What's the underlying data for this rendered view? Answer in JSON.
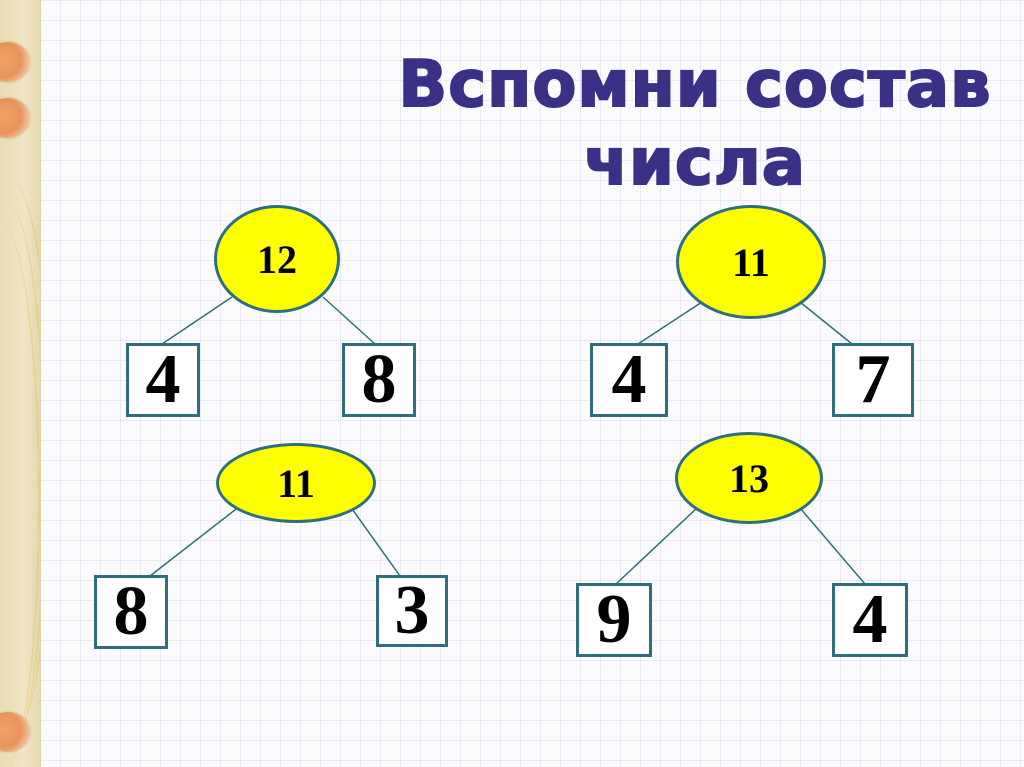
{
  "title": {
    "line1": "Вспомни состав",
    "line2": "числа"
  },
  "colors": {
    "title": "#3a3186",
    "oval_fill": "#ffff00",
    "stroke": "#2f6f7d"
  },
  "trees": [
    {
      "whole": "12",
      "parts": [
        "4",
        "8"
      ]
    },
    {
      "whole": "11",
      "parts": [
        "4",
        "7"
      ]
    },
    {
      "whole": "11",
      "parts": [
        "8",
        "3"
      ]
    },
    {
      "whole": "13",
      "parts": [
        "9",
        "4"
      ]
    }
  ]
}
